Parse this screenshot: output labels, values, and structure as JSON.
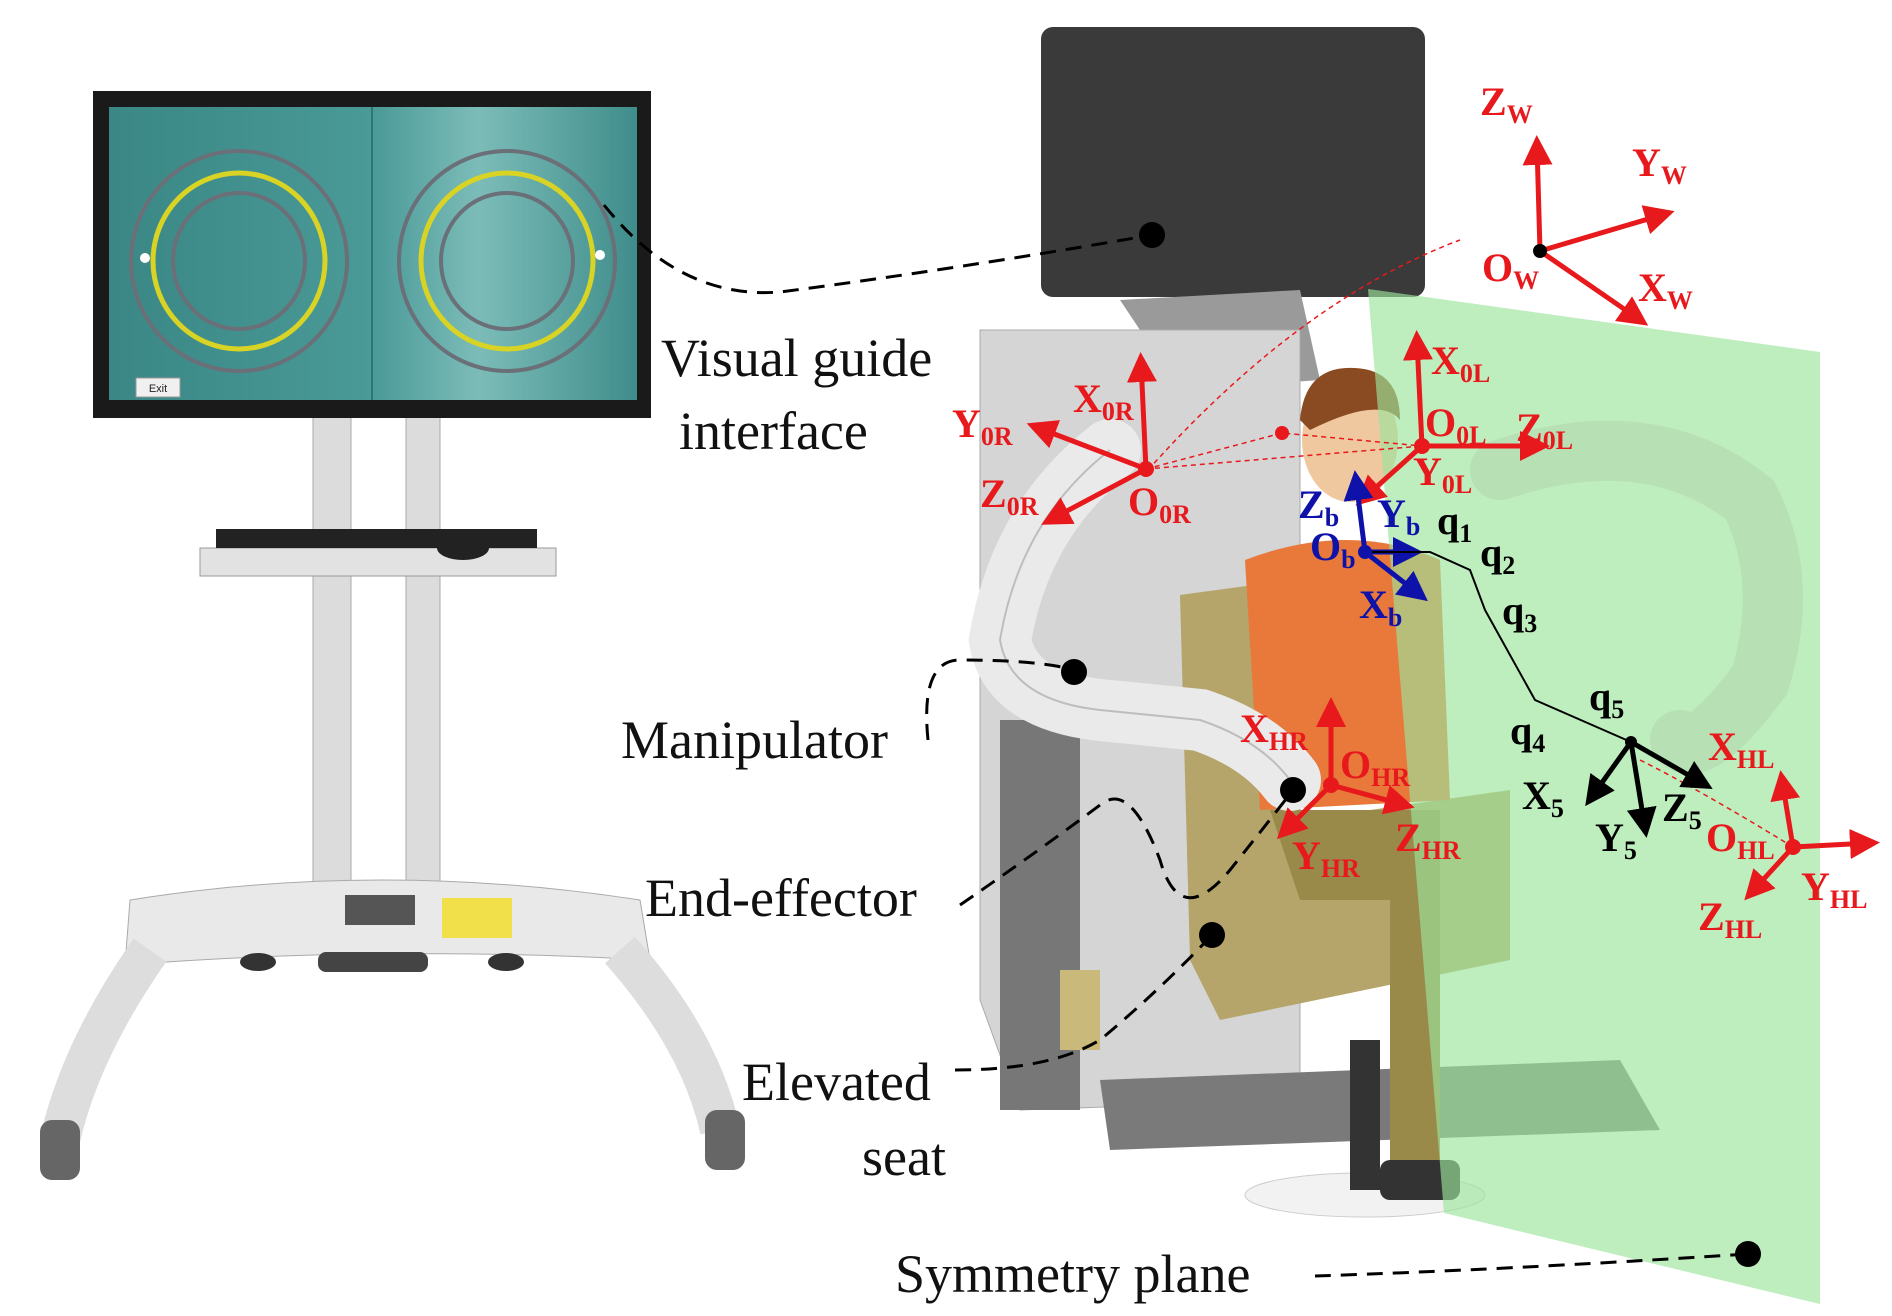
{
  "monitor_screen": {
    "exit_button": "Exit",
    "colors": {
      "screen": "#3f8f8d",
      "ring": "#d8d324",
      "guide_ring": "#6a6f78"
    }
  },
  "callouts": {
    "visual_guide_line1": "Visual guide",
    "visual_guide_line2": "interface",
    "manipulator": "Manipulator",
    "end_effector": "End-effector",
    "elevated_seat_line1": "Elevated",
    "elevated_seat_line2": "seat",
    "symmetry_plane": "Symmetry plane"
  },
  "frames": {
    "world": {
      "Z": {
        "m": "Z",
        "s": "W"
      },
      "Y": {
        "m": "Y",
        "s": "W"
      },
      "X": {
        "m": "X",
        "s": "W"
      },
      "O": {
        "m": "O",
        "s": "W"
      }
    },
    "right_base": {
      "X": {
        "m": "X",
        "s": "0R"
      },
      "Y": {
        "m": "Y",
        "s": "0R"
      },
      "Z": {
        "m": "Z",
        "s": "0R"
      },
      "O": {
        "m": "O",
        "s": "0R"
      }
    },
    "left_base": {
      "X": {
        "m": "X",
        "s": "0L"
      },
      "O": {
        "m": "O",
        "s": "0L"
      },
      "Z": {
        "m": "Z",
        "s": "0L"
      },
      "Y": {
        "m": "Y",
        "s": "0L"
      }
    },
    "body": {
      "Z": {
        "m": "Z",
        "s": "b"
      },
      "Y": {
        "m": "Y",
        "s": "b"
      },
      "O": {
        "m": "O",
        "s": "b"
      },
      "X": {
        "m": "X",
        "s": "b"
      }
    },
    "joints": [
      {
        "m": "q",
        "s": "1"
      },
      {
        "m": "q",
        "s": "2"
      },
      {
        "m": "q",
        "s": "3"
      },
      {
        "m": "q",
        "s": "4"
      },
      {
        "m": "q",
        "s": "5"
      }
    ],
    "joint5": {
      "X": {
        "m": "X",
        "s": "5"
      },
      "Y": {
        "m": "Y",
        "s": "5"
      },
      "Z": {
        "m": "Z",
        "s": "5"
      }
    },
    "hand_right": {
      "X": {
        "m": "X",
        "s": "HR"
      },
      "O": {
        "m": "O",
        "s": "HR"
      },
      "Z": {
        "m": "Z",
        "s": "HR"
      },
      "Y": {
        "m": "Y",
        "s": "HR"
      }
    },
    "hand_left": {
      "X": {
        "m": "X",
        "s": "HL"
      },
      "O": {
        "m": "O",
        "s": "HL"
      },
      "Y": {
        "m": "Y",
        "s": "HL"
      },
      "Z": {
        "m": "Z",
        "s": "HL"
      }
    }
  },
  "colors": {
    "frame_red": "#e8191c",
    "frame_blue": "#0f12a8",
    "plane": "#9be39b"
  }
}
